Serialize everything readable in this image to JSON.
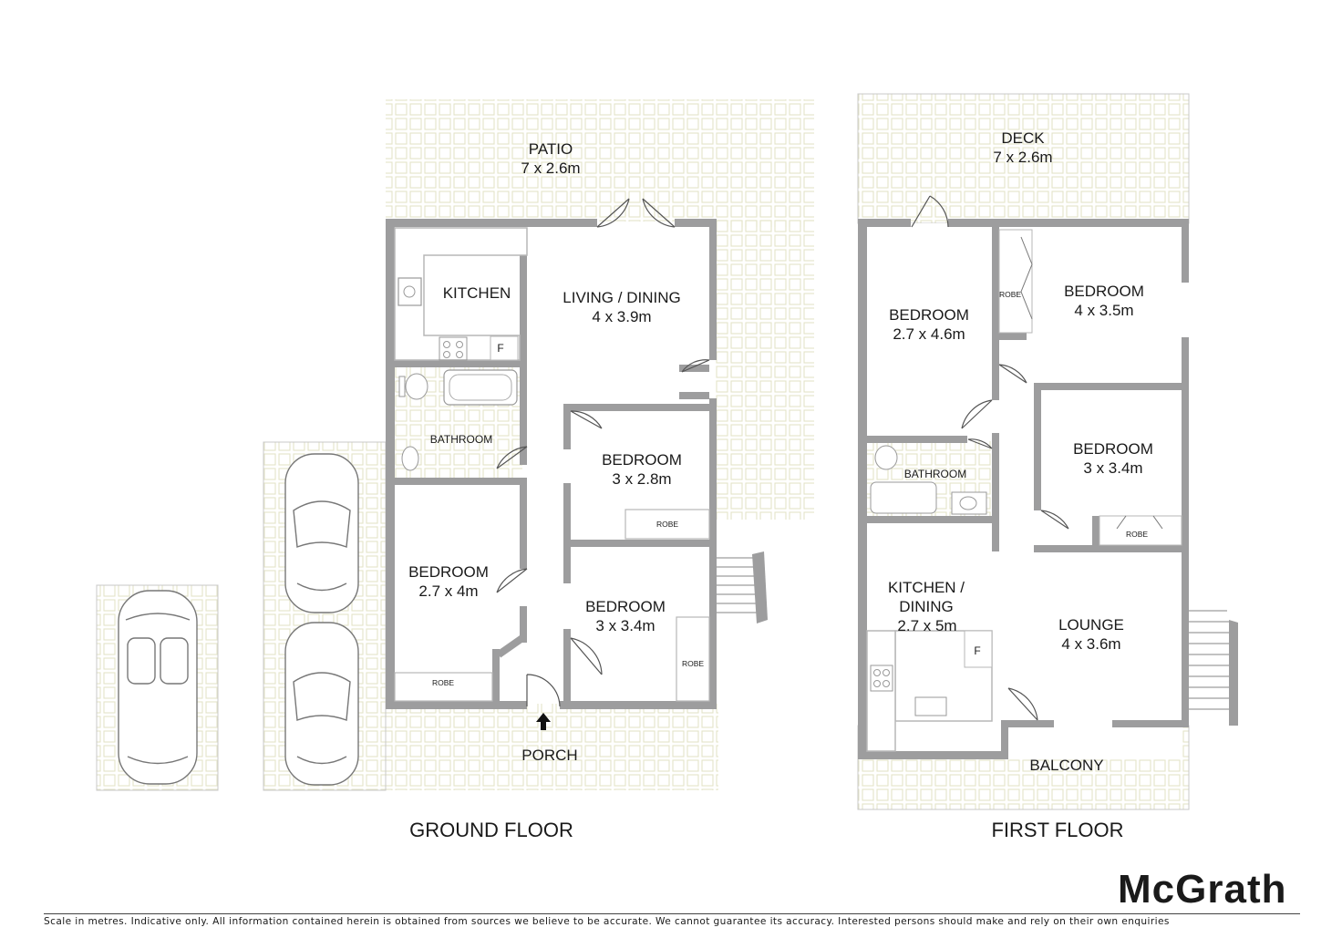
{
  "ground_floor": {
    "caption": "GROUND FLOOR",
    "rooms": [
      {
        "name": "PATIO",
        "size": "7 x 2.6m"
      },
      {
        "name": "KITCHEN",
        "size": ""
      },
      {
        "name": "LIVING / DINING",
        "size": "4 x 3.9m"
      },
      {
        "name": "BATHROOM",
        "size": ""
      },
      {
        "name": "BEDROOM",
        "size": "3 x 2.8m"
      },
      {
        "name": "BEDROOM",
        "size": "2.7 x 4m"
      },
      {
        "name": "BEDROOM",
        "size": "3 x 3.4m"
      },
      {
        "name": "PORCH",
        "size": ""
      }
    ],
    "robe_labels": [
      "ROBE",
      "ROBE",
      "ROBE"
    ],
    "fridge_label": "F"
  },
  "first_floor": {
    "caption": "FIRST FLOOR",
    "rooms": [
      {
        "name": "DECK",
        "size": "7 x 2.6m"
      },
      {
        "name": "BEDROOM",
        "size": "2.7 x 4.6m"
      },
      {
        "name": "BEDROOM",
        "size": "4 x 3.5m"
      },
      {
        "name": "BATHROOM",
        "size": ""
      },
      {
        "name": "BEDROOM",
        "size": "3 x 3.4m"
      },
      {
        "name": "KITCHEN /",
        "size": "DINING"
      },
      {
        "name": "2.7 x 5m",
        "size": ""
      },
      {
        "name": "LOUNGE",
        "size": "4 x 3.6m"
      },
      {
        "name": "BALCONY",
        "size": ""
      }
    ],
    "robe_labels": [
      "ROBE",
      "ROBE"
    ],
    "fridge_label": "F"
  },
  "brand": {
    "logo_text": "McGrath",
    "color": "#1a1a1a"
  },
  "colors": {
    "wall": "#9d9d9e",
    "tile_grid": "#e3e3c8",
    "outline": "#b7b7b7"
  },
  "disclaimer": "Scale in metres. Indicative only. All information contained herein is obtained from sources we believe to be accurate. We cannot guarantee its accuracy. Interested persons should make and rely on their own enquiries"
}
